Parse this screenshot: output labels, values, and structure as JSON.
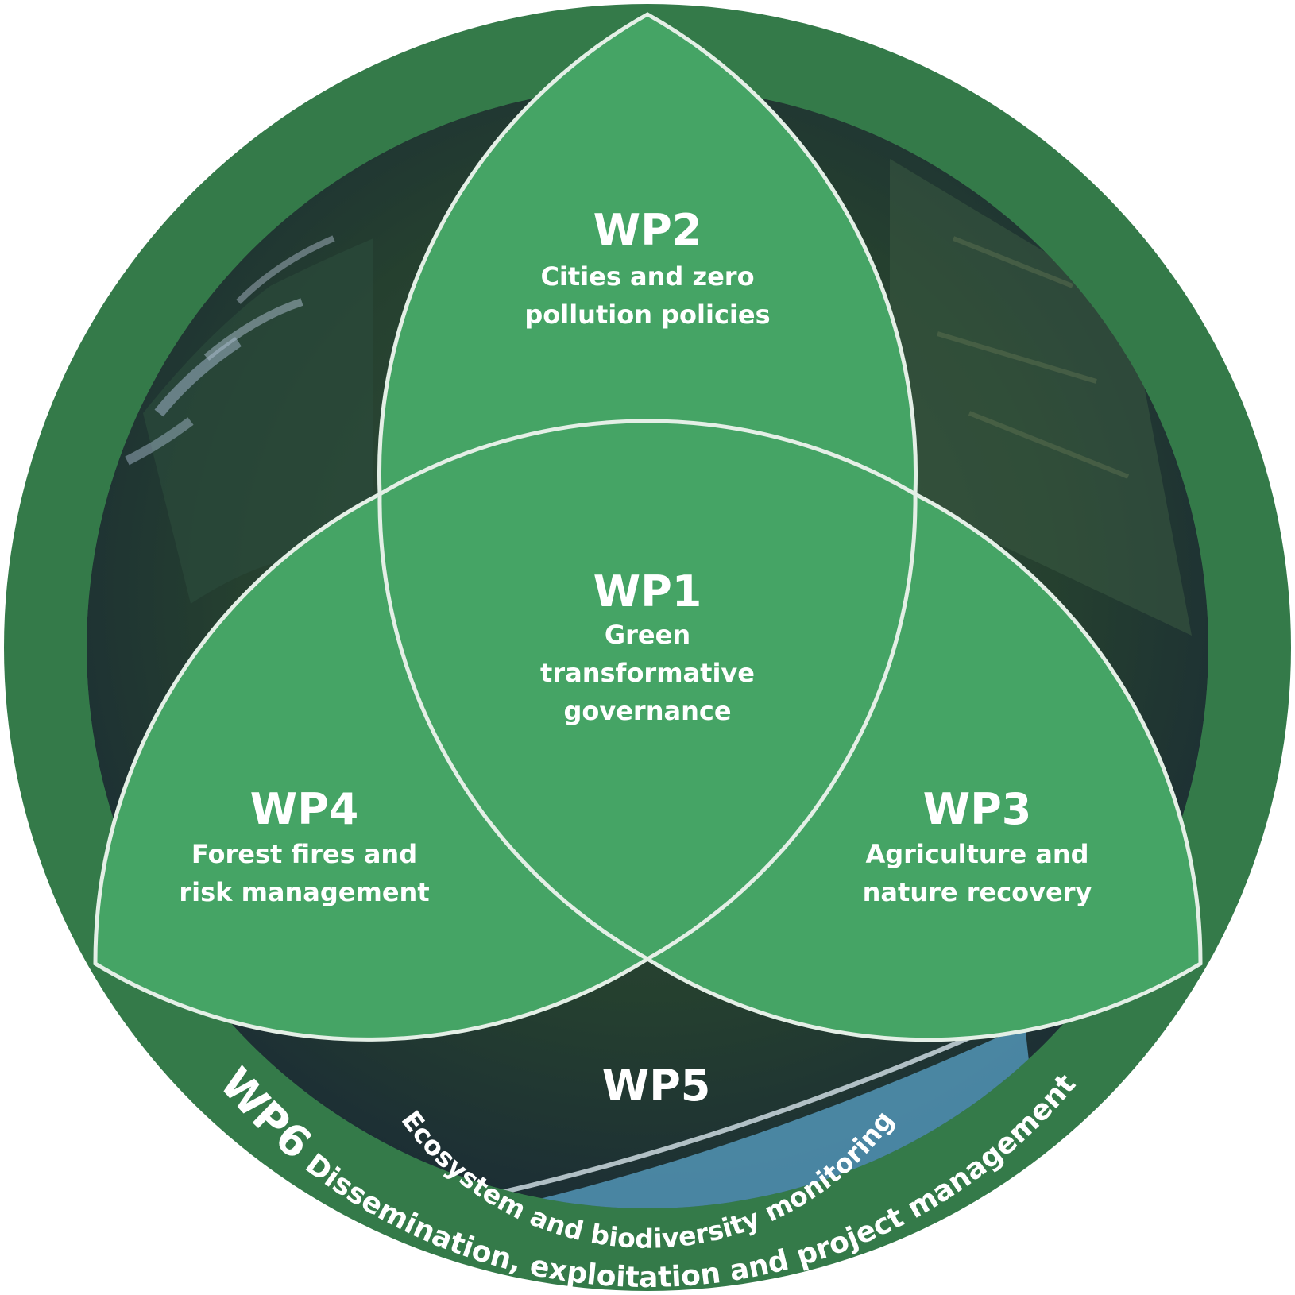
{
  "colors": {
    "outer_ring": "#347a49",
    "petal_fill": "#45a465",
    "petal_stroke": "#e4efe6",
    "text": "#ffffff",
    "imagery_dark": "#1c2c3c",
    "imagery_forest": "#2e4a36",
    "sea": "#4f8fae"
  },
  "background_image": "satellite-imagery-of-forested-mountains-and-coast",
  "wp1": {
    "title": "WP1",
    "line1": "Green",
    "line2": "transformative",
    "line3": "governance"
  },
  "wp2": {
    "title": "WP2",
    "line1": "Cities and zero",
    "line2": "pollution policies"
  },
  "wp3": {
    "title": "WP3",
    "line1": "Agriculture and",
    "line2": "nature recovery"
  },
  "wp4": {
    "title": "WP4",
    "line1": "Forest fires and",
    "line2": "risk management"
  },
  "wp5": {
    "title": "WP5",
    "label": "Ecosystem and biodiversity monitoring"
  },
  "wp6": {
    "title": "WP6",
    "label": "Dissemination, exploitation and project management"
  }
}
